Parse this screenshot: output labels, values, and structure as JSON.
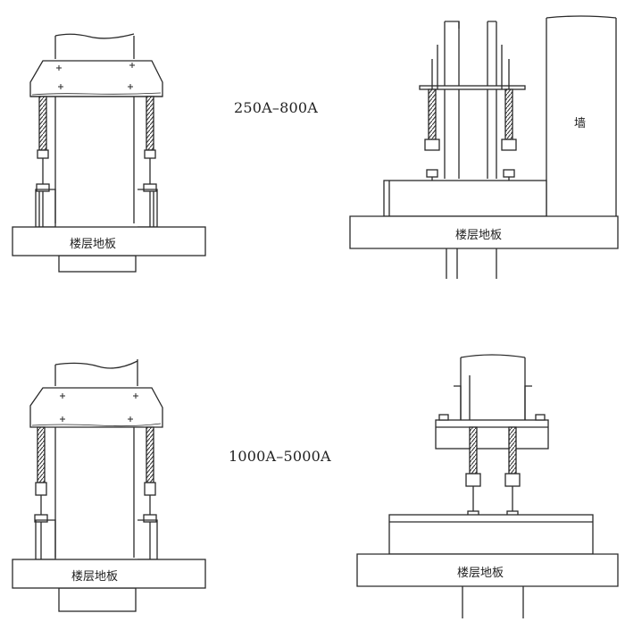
{
  "figures": [
    {
      "id": "top-left",
      "floor_label": "楼层地板"
    },
    {
      "id": "top-right",
      "floor_label": "楼层地板",
      "wall_label": "墙"
    },
    {
      "id": "bottom-left",
      "floor_label": "楼层地板"
    },
    {
      "id": "bottom-right",
      "floor_label": "楼层地板"
    }
  ],
  "ranges": {
    "top": "250A–800A",
    "bottom": "1000A–5000A"
  },
  "colors": {
    "line": "#2a2a2a",
    "paper": "#ffffff"
  }
}
